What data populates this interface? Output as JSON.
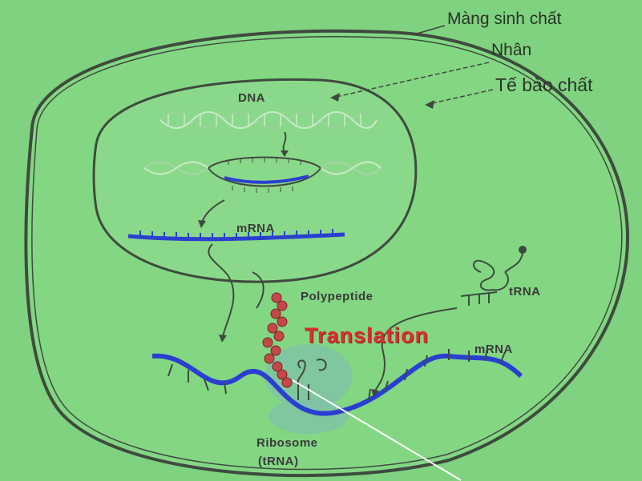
{
  "labels": {
    "membrane": "Màng sinh chất",
    "nucleus": "Nhân",
    "cytoplasm": "Tế bào chất",
    "dna": "DNA",
    "mrna_nucleus": "mRNA",
    "polypeptide": "Polypeptide",
    "translation": "Translation",
    "trna": "tRNA",
    "mrna_cytoplasm": "mRNA",
    "ribosome": "Ribosome",
    "ribosome_sub": "(tRNA)"
  },
  "colors": {
    "background": "#7fd27f",
    "cell_fill": "#83d783",
    "outline": "#3f4a3f",
    "mrna": "#2a3fd0",
    "translation": "#d83030",
    "polypeptide": "#c44848",
    "dna": "#a9d3a9"
  }
}
